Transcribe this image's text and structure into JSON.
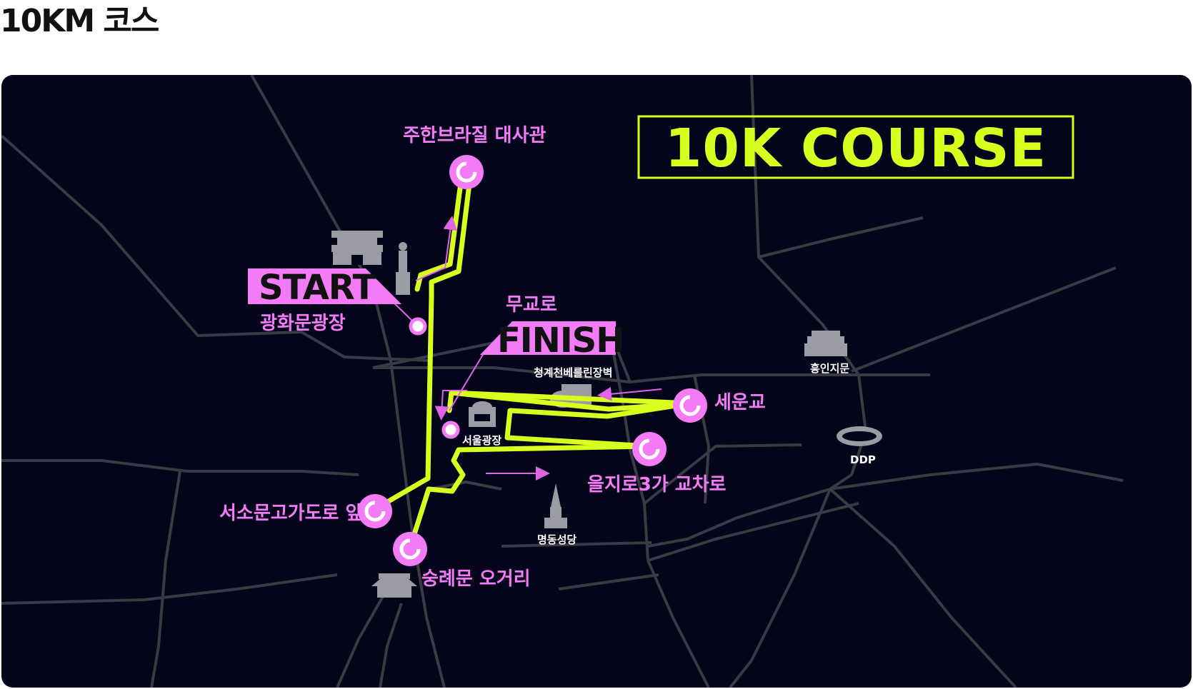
{
  "page": {
    "title": "10KM 코스"
  },
  "map": {
    "course_title": "10K COURSE",
    "start": {
      "tag": "START",
      "place": "광화문광장"
    },
    "finish": {
      "tag": "FINISH",
      "place_top": "무교로",
      "place_bottom": "서울광장"
    },
    "turning_points": [
      "주한브라질 대사관",
      "세운교",
      "을지로3가 교차로",
      "서소문고가도로 앞",
      "숭례문 오거리"
    ],
    "landmarks": {
      "cheonggyecheon": "청계천베를린장벽",
      "heunginjimun": "흥인지문",
      "ddp": "DDP",
      "myeongdong": "명동성당"
    },
    "colors": {
      "background": "#04041a",
      "route": "#d9ff1e",
      "accent": "#f37cf6",
      "road": "#3a3a44"
    }
  }
}
